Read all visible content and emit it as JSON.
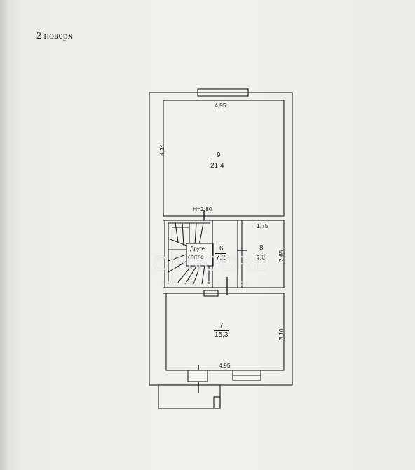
{
  "floor_label": "2 поверх",
  "rooms": [
    {
      "id": "room-9",
      "number": "9",
      "area": "21,4"
    },
    {
      "id": "room-6",
      "number": "6",
      "area": "7,2",
      "extra_label_line1": "Друге",
      "extra_label_line2": "світло"
    },
    {
      "id": "room-8",
      "number": "8",
      "area": "4,6"
    },
    {
      "id": "room-7",
      "number": "7",
      "area": "15,3"
    }
  ],
  "dimensions": {
    "room9_width": "4,95",
    "room9_height": "4,34",
    "ceiling_height": "H=2,80",
    "room8_width": "1,75",
    "room8_height": "2,65",
    "room7_height": "3,10",
    "room7_width": "4,95"
  },
  "watermark": {
    "brand": "CONCORD",
    "tagline": "real estate agency"
  },
  "colors": {
    "paper": "#f1f1ef",
    "wall_line": "#1a1a1a",
    "watermark": "#ffffff"
  }
}
